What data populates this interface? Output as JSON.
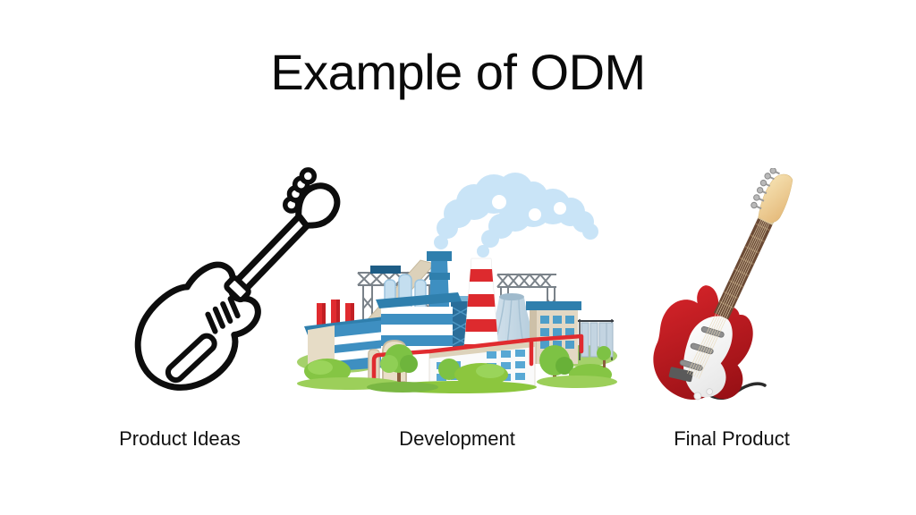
{
  "slide": {
    "title": "Example of ODM",
    "background_color": "#ffffff",
    "title_color": "#0a0a0a",
    "label_color": "#111111"
  },
  "stages": [
    {
      "id": "product-ideas",
      "label": "Product Ideas",
      "illustration": "bass-guitar-outline-illustration"
    },
    {
      "id": "development",
      "label": "Development",
      "illustration": "factory-illustration"
    },
    {
      "id": "final-product",
      "label": "Final Product",
      "illustration": "red-electric-guitar-illustration"
    }
  ],
  "colors": {
    "outline_guitar_stroke": "#0d0d0d",
    "factory_blue": "#3e8fc1",
    "factory_dark_blue": "#2f7fad",
    "factory_red": "#dd2a2e",
    "factory_green": "#8cc63e",
    "factory_beige": "#dcd1ba",
    "smoke_blue": "#c9e4f7",
    "guitar_body_red": "#c41420",
    "guitar_headstock_cream": "#f0d49c",
    "guitar_neck_brown": "#6b4a35"
  }
}
